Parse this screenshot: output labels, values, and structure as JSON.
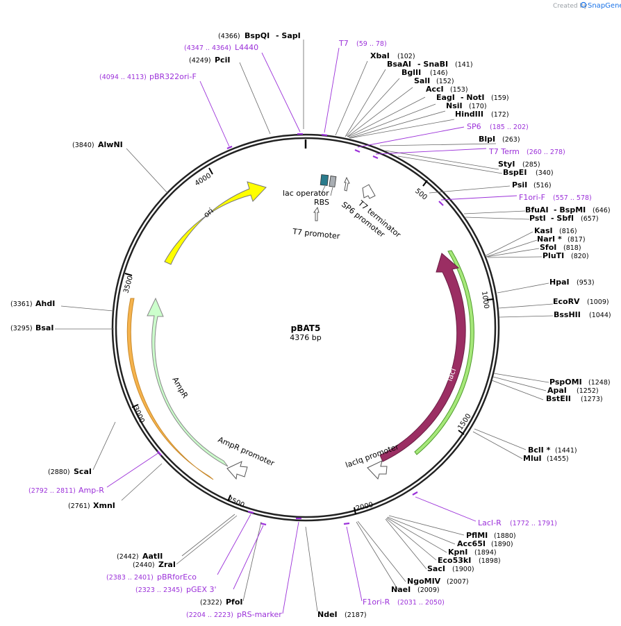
{
  "watermark": {
    "prefix": "Created by",
    "brand": "SnapGene"
  },
  "plasmid": {
    "name": "pBAT5",
    "length_label": "4376 bp",
    "length": 4376
  },
  "ticks": [
    "500",
    "1000",
    "1500",
    "2000",
    "2500",
    "3000",
    "3500",
    "4000"
  ],
  "enzymes": [
    {
      "id": "bspqi",
      "pos": "(4366)",
      "name": "BspQI",
      "extra": "- SapI"
    },
    {
      "id": "pcii",
      "pos": "(4249)",
      "name": "PciI",
      "extra": ""
    },
    {
      "id": "alwni",
      "pos": "(3840)",
      "name": "AlwNI",
      "extra": ""
    },
    {
      "id": "ahdi",
      "pos": "(3361)",
      "name": "AhdI",
      "extra": ""
    },
    {
      "id": "bsai",
      "pos": "(3295)",
      "name": "BsaI",
      "extra": ""
    },
    {
      "id": "scai",
      "pos": "(2880)",
      "name": "ScaI",
      "extra": ""
    },
    {
      "id": "xmni",
      "pos": "(2761)",
      "name": "XmnI",
      "extra": ""
    },
    {
      "id": "aatii",
      "pos": "(2442)",
      "name": "AatII",
      "extra": ""
    },
    {
      "id": "zrai",
      "pos": "(2440)",
      "name": "ZraI",
      "extra": ""
    },
    {
      "id": "pfoi",
      "pos": "(2322)",
      "name": "PfoI",
      "extra": ""
    },
    {
      "id": "ndei",
      "pos": "(2187)",
      "name": "NdeI",
      "extra": ""
    },
    {
      "id": "xbai",
      "pos": "(102)",
      "name": "XbaI",
      "extra": ""
    },
    {
      "id": "bsaai",
      "pos": "(141)",
      "name": "BsaAI",
      "extra": "- SnaBI"
    },
    {
      "id": "bglii",
      "pos": "(146)",
      "name": "BglII",
      "extra": ""
    },
    {
      "id": "sali",
      "pos": "(152)",
      "name": "SalI",
      "extra": ""
    },
    {
      "id": "acci",
      "pos": "(153)",
      "name": "AccI",
      "extra": ""
    },
    {
      "id": "eagi",
      "pos": "(159)",
      "name": "EagI",
      "extra": "- NotI"
    },
    {
      "id": "nsii",
      "pos": "(170)",
      "name": "NsiI",
      "extra": ""
    },
    {
      "id": "hindiii",
      "pos": "(172)",
      "name": "HindIII",
      "extra": ""
    },
    {
      "id": "blpi",
      "pos": "(263)",
      "name": "BlpI",
      "extra": ""
    },
    {
      "id": "styi",
      "pos": "(285)",
      "name": "StyI",
      "extra": ""
    },
    {
      "id": "bspei",
      "pos": "(340)",
      "name": "BspEI",
      "extra": ""
    },
    {
      "id": "psii",
      "pos": "(516)",
      "name": "PsiI",
      "extra": ""
    },
    {
      "id": "bfuai",
      "pos": "(646)",
      "name": "BfuAI",
      "extra": "- BspMI"
    },
    {
      "id": "psti",
      "pos": "(657)",
      "name": "PstI",
      "extra": "- SbfI"
    },
    {
      "id": "kasi",
      "pos": "(816)",
      "name": "KasI",
      "extra": ""
    },
    {
      "id": "nari",
      "pos": "(817)",
      "name": "NarI *",
      "extra": ""
    },
    {
      "id": "sfoi",
      "pos": "(818)",
      "name": "SfoI",
      "extra": ""
    },
    {
      "id": "pluti",
      "pos": "(820)",
      "name": "PluTI",
      "extra": ""
    },
    {
      "id": "hpai",
      "pos": "(953)",
      "name": "HpaI",
      "extra": ""
    },
    {
      "id": "ecorv",
      "pos": "(1009)",
      "name": "EcoRV",
      "extra": ""
    },
    {
      "id": "bsshii",
      "pos": "(1044)",
      "name": "BssHII",
      "extra": ""
    },
    {
      "id": "pspomi",
      "pos": "(1248)",
      "name": "PspOMI",
      "extra": ""
    },
    {
      "id": "apai",
      "pos": "(1252)",
      "name": "ApaI",
      "extra": ""
    },
    {
      "id": "bsteii",
      "pos": "(1273)",
      "name": "BstEII",
      "extra": ""
    },
    {
      "id": "bcli",
      "pos": "(1441)",
      "name": "BclI *",
      "extra": ""
    },
    {
      "id": "mlui",
      "pos": "(1455)",
      "name": "MluI",
      "extra": ""
    },
    {
      "id": "pflmi",
      "pos": "(1880)",
      "name": "PflMI",
      "extra": ""
    },
    {
      "id": "acc65i",
      "pos": "(1890)",
      "name": "Acc65I",
      "extra": ""
    },
    {
      "id": "kpni",
      "pos": "(1894)",
      "name": "KpnI",
      "extra": ""
    },
    {
      "id": "eco53ki",
      "pos": "(1898)",
      "name": "Eco53kI",
      "extra": ""
    },
    {
      "id": "saci",
      "pos": "(1900)",
      "name": "SacI",
      "extra": ""
    },
    {
      "id": "ngomiv",
      "pos": "(2007)",
      "name": "NgoMIV",
      "extra": ""
    },
    {
      "id": "naei",
      "pos": "(2009)",
      "name": "NaeI",
      "extra": ""
    }
  ],
  "primers": [
    {
      "id": "l4440",
      "range": "(4347 .. 4364)",
      "name": "L4440"
    },
    {
      "id": "pbr322ori",
      "range": "(4094 .. 4113)",
      "name": "pBR322ori-F"
    },
    {
      "id": "t7",
      "range": "(59 .. 78)",
      "name": "T7"
    },
    {
      "id": "sp6",
      "range": "(185 .. 202)",
      "name": "SP6"
    },
    {
      "id": "t7term",
      "range": "(260 .. 278)",
      "name": "T7 Term"
    },
    {
      "id": "f1orif1",
      "range": "(557 .. 578)",
      "name": "F1ori-F"
    },
    {
      "id": "laciR",
      "range": "(1772 .. 1791)",
      "name": "LacI-R"
    },
    {
      "id": "f1orif2",
      "range": "(2031 .. 2050)",
      "name": "F1ori-R"
    },
    {
      "id": "amprp",
      "range": "(2792 .. 2811)",
      "name": "Amp-R"
    },
    {
      "id": "pbrforeco",
      "range": "(2383 .. 2401)",
      "name": "pBRforEco"
    },
    {
      "id": "pgex3",
      "range": "(2323 .. 2345)",
      "name": "pGEX 3'"
    },
    {
      "id": "prsmarker",
      "range": "(2204 .. 2223)",
      "name": "pRS-marker"
    }
  ],
  "features": {
    "ori": "ori",
    "ampr": "AmpR",
    "ampr_promoter": "AmpR promoter",
    "laci": "lacI",
    "laciq_promoter": "lacIq promoter",
    "lac_operator": "lac operator",
    "rbs": "RBS",
    "sp6_promoter": "SP6 promoter",
    "t7_terminator": "T7 terminator",
    "t7_promoter": "T7 promoter"
  },
  "colors": {
    "ori": "#ffff00",
    "ampr": "#ccffcc",
    "laci": "#9b2e63",
    "laci_highlight": "#a6e87a",
    "ampr_highlight": "#f5b34d",
    "primer": "#9b30d9",
    "backbone": "#222222"
  }
}
